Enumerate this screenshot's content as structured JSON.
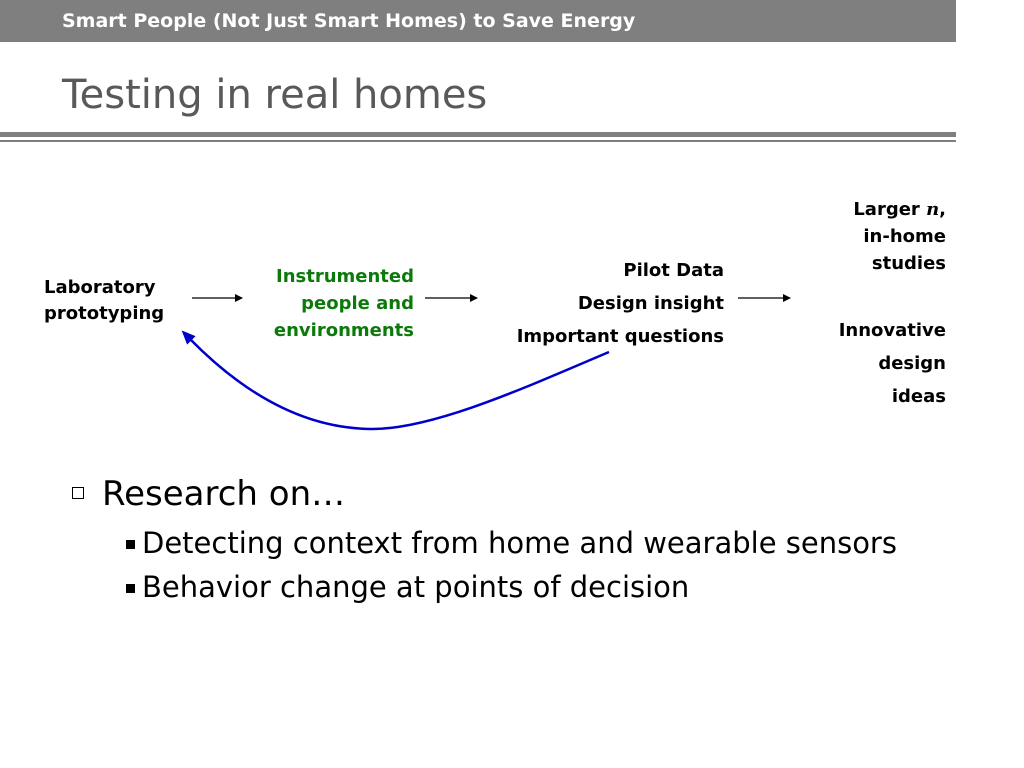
{
  "header": {
    "title": "Smart People (Not Just Smart Homes) to Save Energy"
  },
  "slide": {
    "title": "Testing in real homes"
  },
  "diagram": {
    "lab": {
      "lines": [
        "Laboratory",
        "prototyping"
      ]
    },
    "instrumented": {
      "lines": [
        "Instrumented",
        "people and",
        "environments"
      ]
    },
    "pilot": {
      "lines": [
        "Pilot Data",
        "Design insight",
        "Important questions"
      ]
    },
    "larger": {
      "line1_prefix": "Larger ",
      "line1_italic": "n",
      "line1_suffix": ",",
      "line2": "in-home",
      "line3": "studies"
    },
    "innovative": {
      "lines": [
        "Innovative",
        "design",
        "ideas"
      ]
    }
  },
  "bullets": {
    "level1": "Research on…",
    "level2": [
      "Detecting context from home and wearable sensors",
      "Behavior change at points of decision"
    ]
  },
  "colors": {
    "header_bg": "#7f7f7f",
    "title": "#595959",
    "green": "#0b7a0b",
    "feedback_arrow": "#0000cc"
  }
}
